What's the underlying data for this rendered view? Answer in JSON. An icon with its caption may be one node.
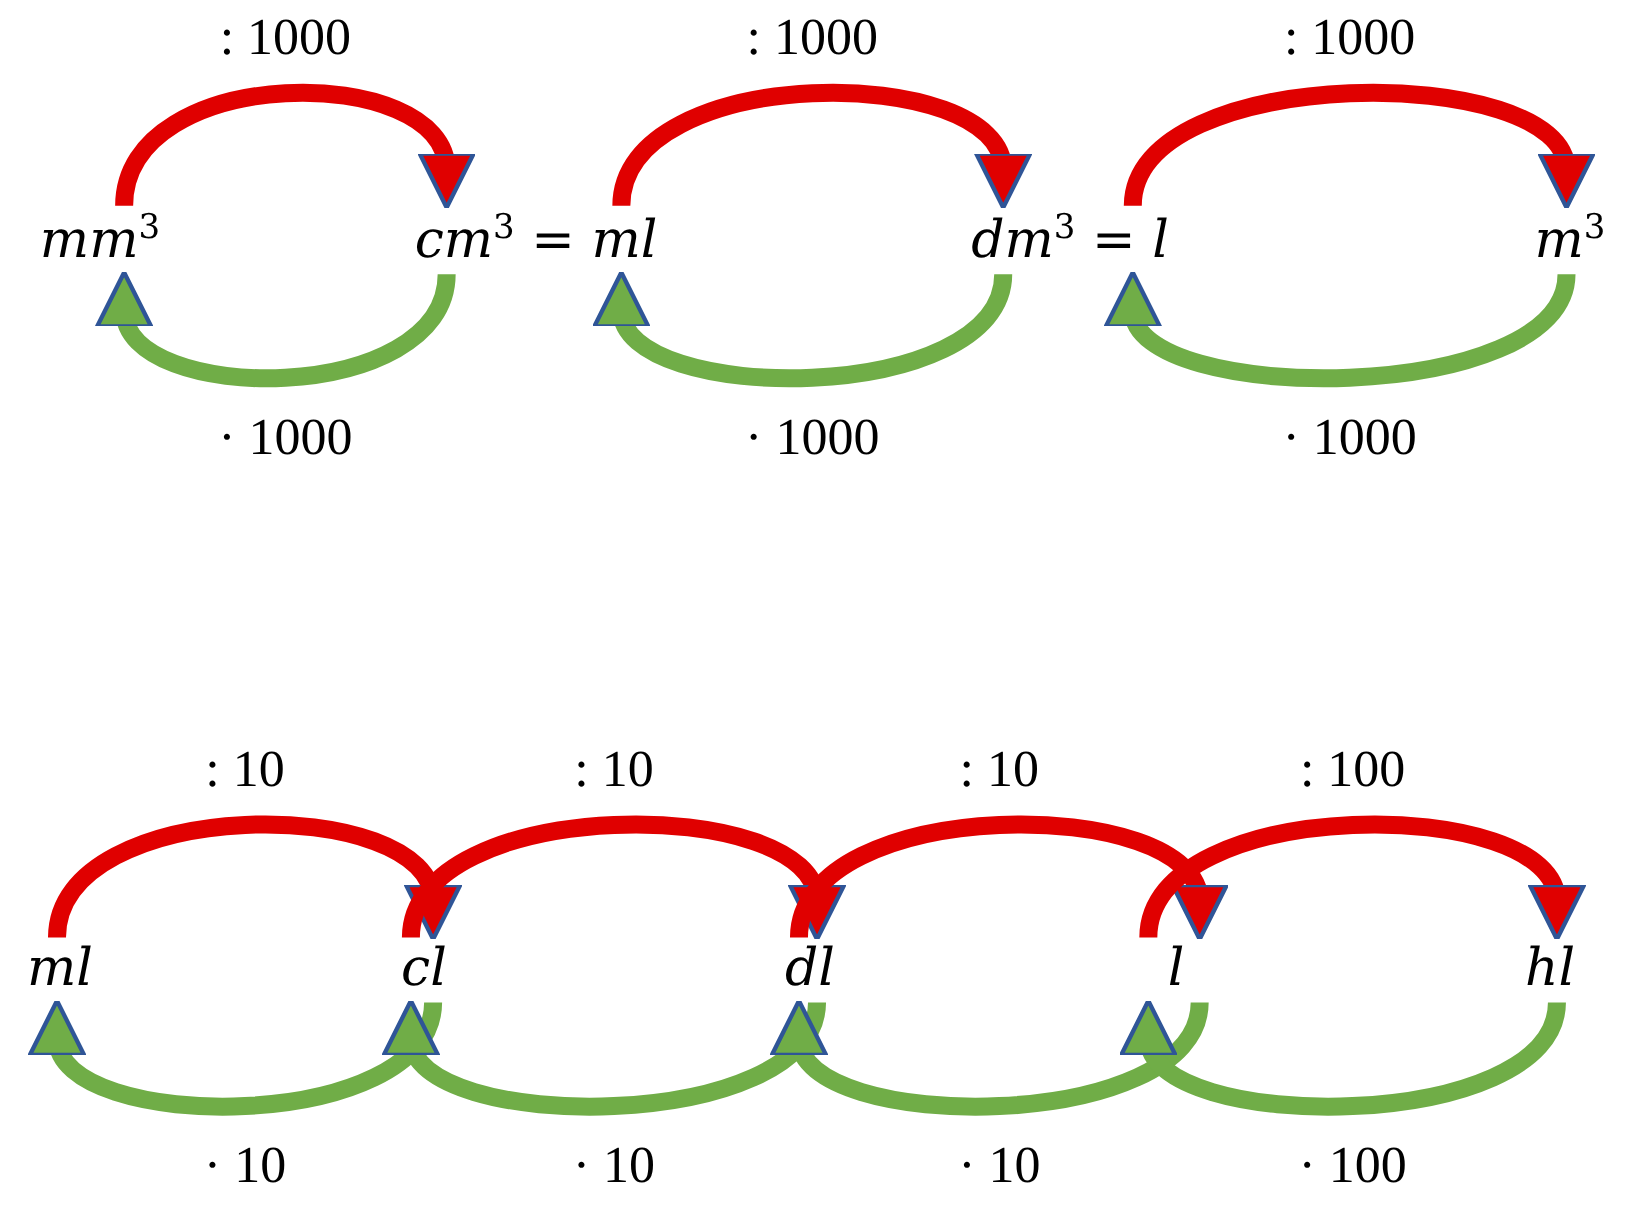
{
  "diagram": {
    "nodes": [
      {
        "text": [
          "mm$^{3}$"
        ]
      },
      {
        "text": [
          "cm$^{3}$ = ml"
        ]
      },
      {
        "text": [
          "dm$^{3}$ = l"
        ]
      },
      {
        "text": [
          "m$^{3}$"
        ]
      },
      {
        "text": [
          "ml"
        ]
      },
      {
        "text": [
          "cl"
        ]
      },
      {
        "text": [
          "dl"
        ]
      },
      {
        "text": [
          "l"
        ]
      },
      {
        "text": [
          "hl"
        ]
      }
    ],
    "edges": [
      {
        "from": 0,
        "to": 1,
        "arrow": "to",
        "label": ": 1000",
        "color": "#e00000"
      },
      {
        "from": 1,
        "to": 0,
        "arrow": "to",
        "label": "· 1000",
        "color": "#70ad47"
      },
      {
        "from": 1,
        "to": 2,
        "arrow": "to",
        "label": ": 1000",
        "color": "#e00000"
      },
      {
        "from": 2,
        "to": 1,
        "arrow": "to",
        "label": "· 1000",
        "color": "#70ad47"
      },
      {
        "from": 2,
        "to": 3,
        "arrow": "to",
        "label": ": 1000",
        "color": "#e00000"
      },
      {
        "from": 3,
        "to": 2,
        "arrow": "to",
        "label": "· 1000",
        "color": "#70ad47"
      },
      {
        "from": 4,
        "to": 5,
        "arrow": "to",
        "label": ": 10",
        "color": "#e00000"
      },
      {
        "from": 5,
        "to": 4,
        "arrow": "to",
        "label": "· 10",
        "color": "#70ad47"
      },
      {
        "from": 5,
        "to": 6,
        "arrow": "to",
        "label": ": 10",
        "color": "#e00000"
      },
      {
        "from": 6,
        "to": 5,
        "arrow": "to",
        "label": "· 10",
        "color": "#70ad47"
      },
      {
        "from": 6,
        "to": 7,
        "arrow": "to",
        "label": ": 10",
        "color": "#e00000"
      },
      {
        "from": 7,
        "to": 6,
        "arrow": "to",
        "label": "· 10",
        "color": "#70ad47"
      },
      {
        "from": 7,
        "to": 8,
        "arrow": "to",
        "label": ": 100",
        "color": "#e00000"
      },
      {
        "from": 8,
        "to": 7,
        "arrow": "to",
        "label": "· 100",
        "color": "#70ad47"
      }
    ]
  }
}
